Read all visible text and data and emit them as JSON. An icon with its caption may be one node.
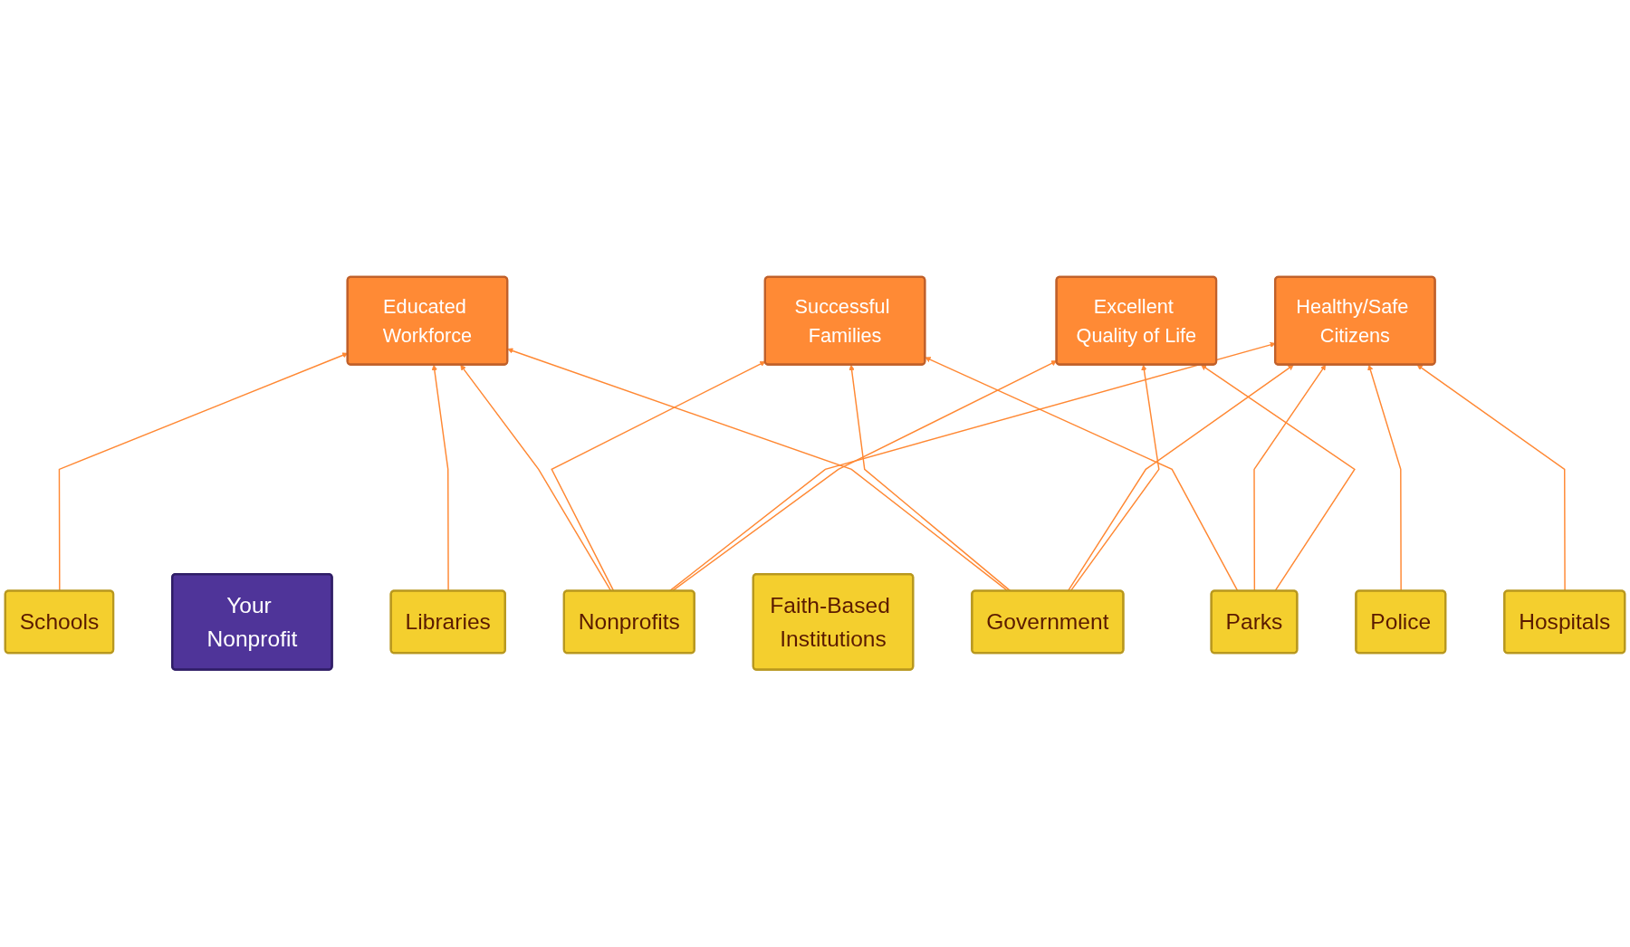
{
  "diagram": {
    "nodes": [
      {
        "text": [
          "Educated Workforce"
        ]
      },
      {
        "text": [
          "Successful Families"
        ]
      },
      {
        "text": [
          "Healthy/Safe Citizens"
        ]
      },
      {
        "text": [
          "Excellent Quality of Life"
        ]
      },
      {
        "text": [
          "Nonprofits"
        ]
      },
      {
        "text": [
          "Your Nonprofit"
        ]
      },
      {
        "text": [
          "Libraries"
        ]
      },
      {
        "text": [
          "Schools"
        ]
      },
      {
        "text": [
          "Faith-Based Institutions"
        ]
      },
      {
        "text": [
          "Parks"
        ]
      },
      {
        "text": [
          "Police"
        ]
      },
      {
        "text": [
          "Government"
        ]
      },
      {
        "text": [
          "Hospitals"
        ]
      }
    ],
    "edges": [
      {
        "from": 4,
        "to": 0,
        "arrow": "to"
      },
      {
        "from": 11,
        "to": 0,
        "arrow": "to"
      },
      {
        "from": 7,
        "to": 0,
        "arrow": "to"
      },
      {
        "from": 6,
        "to": 0,
        "arrow": "to"
      },
      {
        "from": 4,
        "to": 1,
        "arrow": "to"
      },
      {
        "from": 9,
        "to": 1,
        "arrow": "to"
      },
      {
        "from": 11,
        "to": 1,
        "arrow": "to"
      },
      {
        "from": 4,
        "to": 2,
        "arrow": "to"
      },
      {
        "from": 9,
        "to": 2,
        "arrow": "to"
      },
      {
        "from": 10,
        "to": 2,
        "arrow": "to"
      },
      {
        "from": 11,
        "to": 2,
        "arrow": "to"
      },
      {
        "from": 12,
        "to": 2,
        "arrow": "to"
      },
      {
        "from": 11,
        "to": 3,
        "arrow": "to"
      },
      {
        "from": 9,
        "to": 3,
        "arrow": "to"
      },
      {
        "from": 4,
        "to": 3,
        "arrow": "to"
      }
    ]
  }
}
